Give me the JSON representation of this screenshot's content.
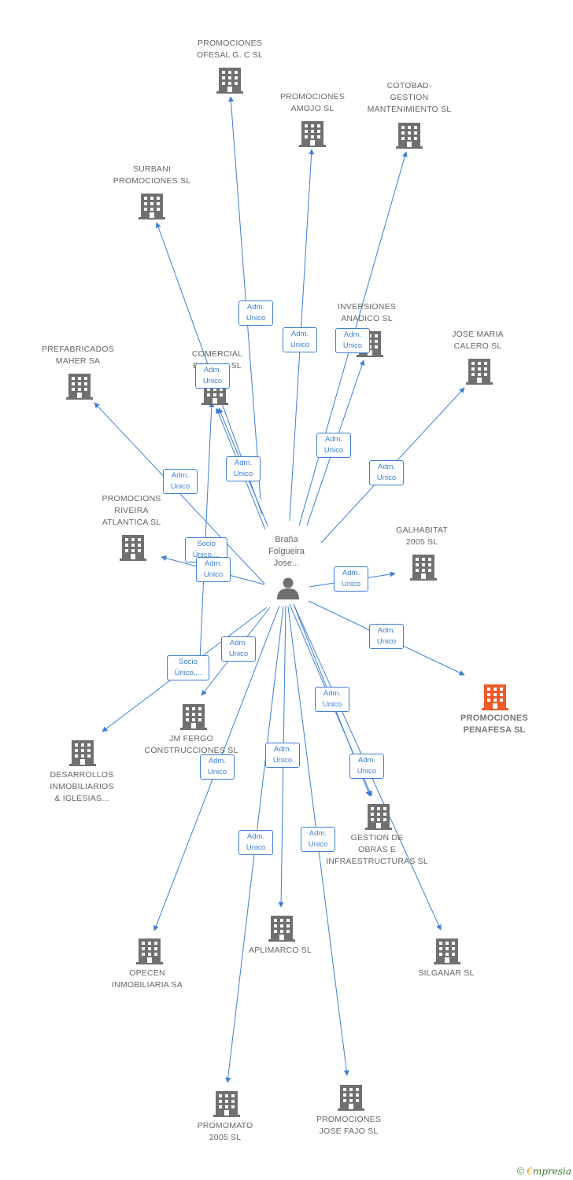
{
  "person": {
    "name_lines": [
      "Braña",
      "Folgueira",
      "Jose..."
    ],
    "icon": "person-icon"
  },
  "colors": {
    "edge": "#3d7fd6",
    "building": "#707070",
    "focus_building": "#f05a28"
  },
  "companies": [
    {
      "id": "ofesal",
      "lines": [
        "PROMOCIONES",
        "OFESAL G. C SL"
      ]
    },
    {
      "id": "amojo",
      "lines": [
        "PROMOCIONES",
        "AMOJO SL"
      ]
    },
    {
      "id": "cotobad",
      "lines": [
        "COTOBAD-",
        "GESTION",
        "MANTENIMIENTO SL"
      ]
    },
    {
      "id": "surbani",
      "lines": [
        "SURBANI",
        "PROMOCIONES SL"
      ]
    },
    {
      "id": "inversiones",
      "lines": [
        "INVERSIONES",
        "ANADICO SL"
      ]
    },
    {
      "id": "josemaria",
      "lines": [
        "JOSE MARIA",
        "CALERO SL"
      ]
    },
    {
      "id": "prefabricados",
      "lines": [
        "PREFABRICADOS",
        "MAHER SA"
      ]
    },
    {
      "id": "comercial",
      "lines": [
        "COMERCIAL",
        "BAL... ...I SL"
      ]
    },
    {
      "id": "rivera",
      "lines": [
        "PROMOCIONS",
        "RIVEIRA",
        "ATLANTICA SL"
      ]
    },
    {
      "id": "galhabitat",
      "lines": [
        "GALHABITAT",
        "2005 SL"
      ]
    },
    {
      "id": "penafesa",
      "lines": [
        "PROMOCIONES",
        "PENAFESA SL"
      ]
    },
    {
      "id": "jmfergo",
      "lines": [
        "JM FERGO",
        "CONSTRUCCIONES SL"
      ]
    },
    {
      "id": "desarrollos",
      "lines": [
        "DESARROLLOS",
        "INMOBILIARIOS",
        "& IGLESIAS..."
      ]
    },
    {
      "id": "gestion",
      "lines": [
        "GESTION DE",
        "OBRAS E",
        "INFRAESTRUCTURAS SL"
      ]
    },
    {
      "id": "opecen",
      "lines": [
        "OPECEN",
        "INMOBILIARIA SA"
      ]
    },
    {
      "id": "aplimarco",
      "lines": [
        "APLIMARCO SL"
      ]
    },
    {
      "id": "silganar",
      "lines": [
        "SILGANAR SL"
      ]
    },
    {
      "id": "promomato",
      "lines": [
        "PROMOMATO",
        "2005 SL"
      ]
    },
    {
      "id": "josefajo",
      "lines": [
        "PROMOCIONES",
        "JOSE FAJO SL"
      ]
    }
  ],
  "badges": [
    {
      "id": "b-ofesal",
      "lines": [
        "Adm.",
        "Unico"
      ]
    },
    {
      "id": "b-amojo",
      "lines": [
        "Adm.",
        "Unico"
      ]
    },
    {
      "id": "b-inversiones",
      "lines": [
        "Adm.",
        "Unico"
      ]
    },
    {
      "id": "b-comercial-top",
      "lines": [
        "Adm.",
        "Unico"
      ]
    },
    {
      "id": "b-cotobad",
      "lines": [
        "Adm.",
        "Unico"
      ]
    },
    {
      "id": "b-comercial-mid",
      "lines": [
        "Adm.",
        "Unico"
      ]
    },
    {
      "id": "b-josemaria",
      "lines": [
        "Adm.",
        "Unico"
      ]
    },
    {
      "id": "b-prefabricados",
      "lines": [
        "Adm.",
        "Unico"
      ]
    },
    {
      "id": "b-socio-unico-top",
      "lines": [
        "Socio",
        "Único,..."
      ]
    },
    {
      "id": "b-rivera",
      "lines": [
        "Adm.",
        "Unico"
      ]
    },
    {
      "id": "b-galhabitat",
      "lines": [
        "Adm.",
        "Unico"
      ]
    },
    {
      "id": "b-penafesa",
      "lines": [
        "Adm.",
        "Unico"
      ]
    },
    {
      "id": "b-jmfergo",
      "lines": [
        "Adm.",
        "Unico"
      ]
    },
    {
      "id": "b-socio-unico",
      "lines": [
        "Socio",
        "Único,..."
      ]
    },
    {
      "id": "b-gestion-a",
      "lines": [
        "Adm.",
        "Unico"
      ]
    },
    {
      "id": "b-aplimarco",
      "lines": [
        "Adm.",
        "Unico"
      ]
    },
    {
      "id": "b-opecen",
      "lines": [
        "Adm.",
        "Unico"
      ]
    },
    {
      "id": "b-silganar",
      "lines": [
        "Adm.",
        "Unico"
      ]
    },
    {
      "id": "b-promomato",
      "lines": [
        "Adm.",
        "Unico"
      ]
    },
    {
      "id": "b-josefajo",
      "lines": [
        "Adm.",
        "Unico"
      ]
    }
  ],
  "footer": {
    "copyright": "©",
    "brand_first": "€",
    "brand_rest": "mpresia"
  }
}
